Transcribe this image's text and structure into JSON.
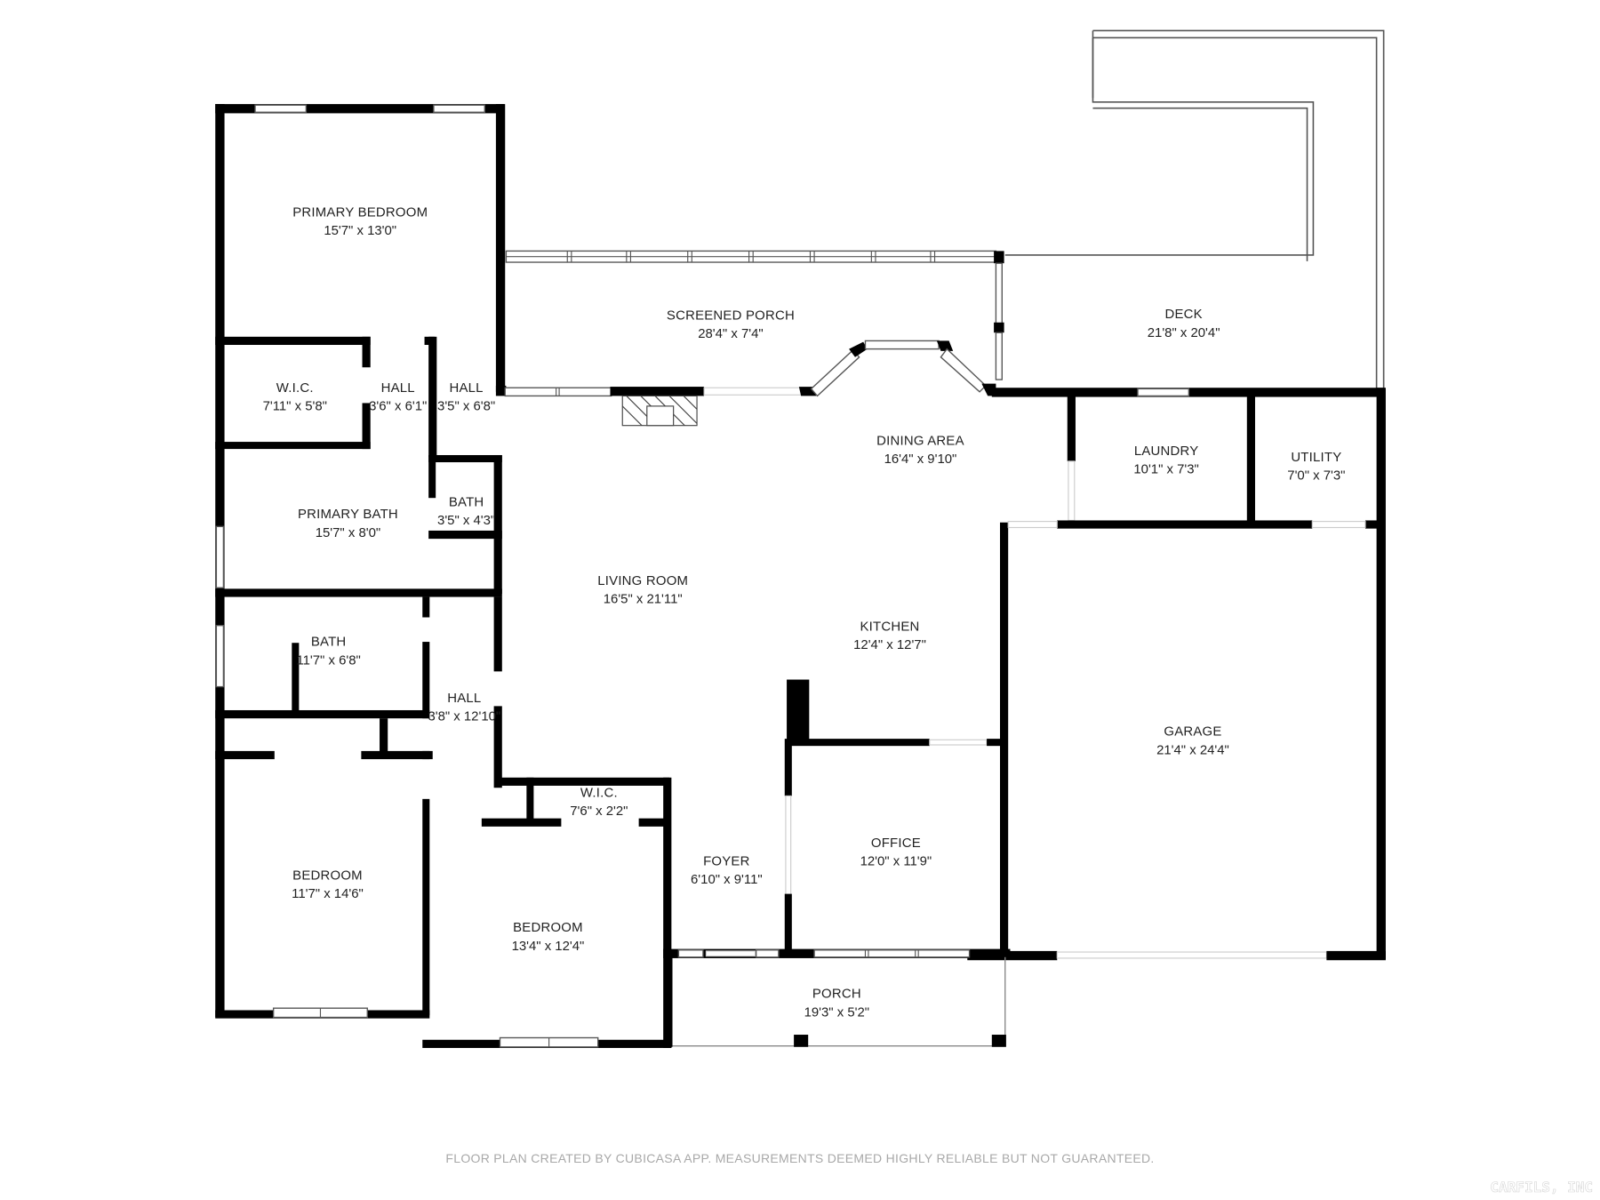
{
  "floor_plan": {
    "rooms": [
      {
        "id": "primary-bedroom",
        "name": "PRIMARY BEDROOM",
        "dims": "15'7\" x 13'0\""
      },
      {
        "id": "wic-primary",
        "name": "W.I.C.",
        "dims": "7'11\" x 5'8\""
      },
      {
        "id": "hall-1",
        "name": "HALL",
        "dims": "3'6\" x 6'1\""
      },
      {
        "id": "hall-2",
        "name": "HALL",
        "dims": "3'5\" x 6'8\""
      },
      {
        "id": "primary-bath",
        "name": "PRIMARY BATH",
        "dims": "15'7\" x 8'0\""
      },
      {
        "id": "bath-small",
        "name": "BATH",
        "dims": "3'5\" x 4'3\""
      },
      {
        "id": "bath",
        "name": "BATH",
        "dims": "11'7\" x 6'8\""
      },
      {
        "id": "hall-3",
        "name": "HALL",
        "dims": "3'8\" x 12'10\""
      },
      {
        "id": "bedroom-1",
        "name": "BEDROOM",
        "dims": "11'7\" x 14'6\""
      },
      {
        "id": "wic-2",
        "name": "W.I.C.",
        "dims": "7'6\" x 2'2\""
      },
      {
        "id": "bedroom-2",
        "name": "BEDROOM",
        "dims": "13'4\" x 12'4\""
      },
      {
        "id": "screened-porch",
        "name": "SCREENED PORCH",
        "dims": "28'4\" x 7'4\""
      },
      {
        "id": "deck",
        "name": "DECK",
        "dims": "21'8\" x 20'4\""
      },
      {
        "id": "dining-area",
        "name": "DINING AREA",
        "dims": "16'4\" x 9'10\""
      },
      {
        "id": "laundry",
        "name": "LAUNDRY",
        "dims": "10'1\" x 7'3\""
      },
      {
        "id": "utility",
        "name": "UTILITY",
        "dims": "7'0\" x 7'3\""
      },
      {
        "id": "living-room",
        "name": "LIVING ROOM",
        "dims": "16'5\" x 21'11\""
      },
      {
        "id": "kitchen",
        "name": "KITCHEN",
        "dims": "12'4\" x 12'7\""
      },
      {
        "id": "garage",
        "name": "GARAGE",
        "dims": "21'4\" x 24'4\""
      },
      {
        "id": "office",
        "name": "OFFICE",
        "dims": "12'0\" x 11'9\""
      },
      {
        "id": "foyer",
        "name": "FOYER",
        "dims": "6'10\" x 9'11\""
      },
      {
        "id": "porch",
        "name": "PORCH",
        "dims": "19'3\" x 5'2\""
      }
    ],
    "features": {
      "fireplace_icon": "fireplace-icon"
    }
  },
  "footer": {
    "disclaimer": "FLOOR PLAN CREATED BY CUBICASA APP. MEASUREMENTS DEEMED HIGHLY RELIABLE BUT NOT GUARANTEED.",
    "watermark": "CARFILS, INC"
  },
  "colors": {
    "wall": "#000000",
    "background": "#ffffff",
    "footer_text": "#a8a8a8"
  }
}
